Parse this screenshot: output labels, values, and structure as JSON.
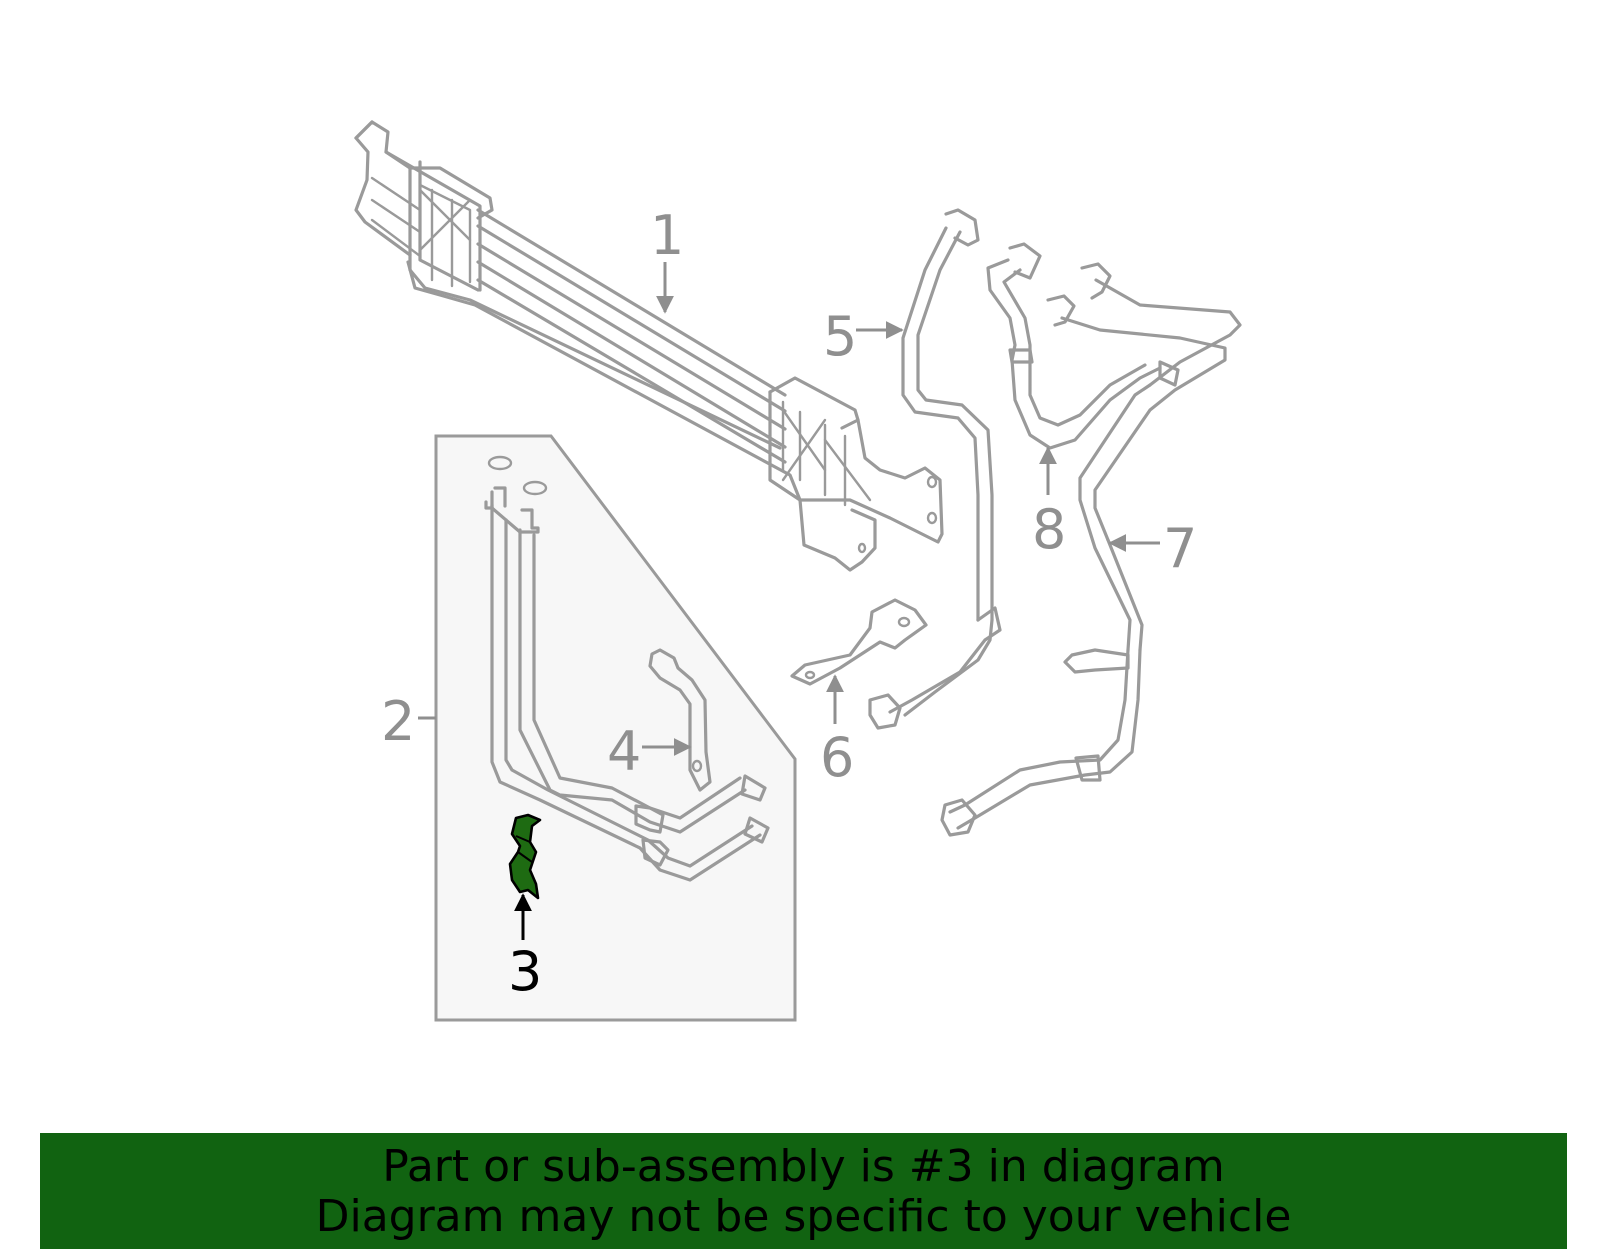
{
  "callouts": {
    "c1": "1",
    "c2": "2",
    "c3": "3",
    "c4": "4",
    "c5": "5",
    "c6": "6",
    "c7": "7",
    "c8": "8"
  },
  "highlighted_part": "3",
  "colors": {
    "line": "#9a9a9a",
    "highlight_fill": "#1e6b12",
    "banner_bg": "#116311",
    "inset_bg": "#f7f7f7"
  },
  "banner": {
    "line1": "Part or sub-assembly is #3 in diagram",
    "line2": "Diagram may not be specific to your vehicle"
  }
}
